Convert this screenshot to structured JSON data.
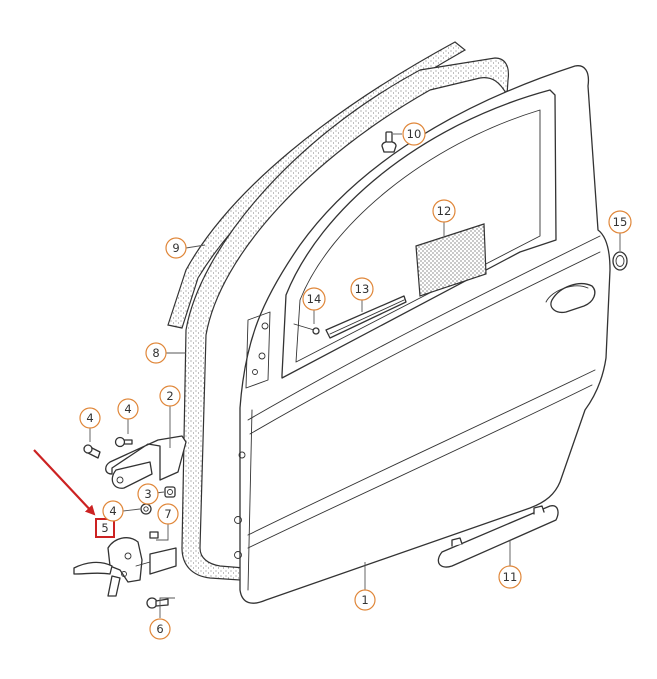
{
  "callouts": {
    "c1": "1",
    "c2": "2",
    "c3": "3",
    "c4a": "4",
    "c4b": "4",
    "c4c": "4",
    "c5": "5",
    "c6": "6",
    "c7": "7",
    "c8": "8",
    "c9": "9",
    "c10": "10",
    "c11": "11",
    "c12": "12",
    "c13": "13",
    "c14": "14",
    "c15": "15"
  },
  "colors": {
    "callout_ring": "#e0873a",
    "highlight_arrow": "#cc2222",
    "line": "#333333"
  }
}
